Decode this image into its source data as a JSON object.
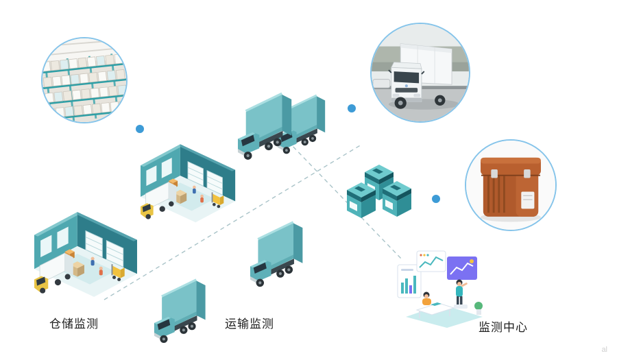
{
  "page": {
    "background": "#FFFFFF",
    "watermark": "al"
  },
  "labels": {
    "warehouse_monitoring": "仓储监测",
    "transport_monitoring": "运输监测",
    "monitoring_center": "监测中心"
  },
  "colors": {
    "node_dot_blue": "#3D9BD6",
    "photo_ring_blue": "#85C4EA",
    "truck_teal": "#7AC2C8",
    "truck_teal_dark": "#4B9AA4",
    "warehouse_wall_teal": "#4FA8B0",
    "warehouse_wall_dark": "#2E7D8A",
    "cooler_box_teal": "#4FB3B9",
    "cooler_lid_dark": "#1F6E78",
    "incubator_orange": "#B05A2C",
    "connector_line": "#A9C3C8",
    "dashboard_purple": "#7B71F2",
    "box_orange": "#F2BA6A"
  },
  "scene": {
    "photos": [
      "warehouse-shelves-photo",
      "refrigerated-truck-photo",
      "cold-chain-incubator-photo"
    ],
    "isometric_items": [
      "warehouse-scene-1",
      "warehouse-scene-2",
      "delivery-truck-1",
      "delivery-truck-2",
      "delivery-truck-3",
      "delivery-truck-4",
      "cooler-boxes",
      "monitoring-center-scene"
    ],
    "connector_dots": 3,
    "dashed_lines": 2
  }
}
